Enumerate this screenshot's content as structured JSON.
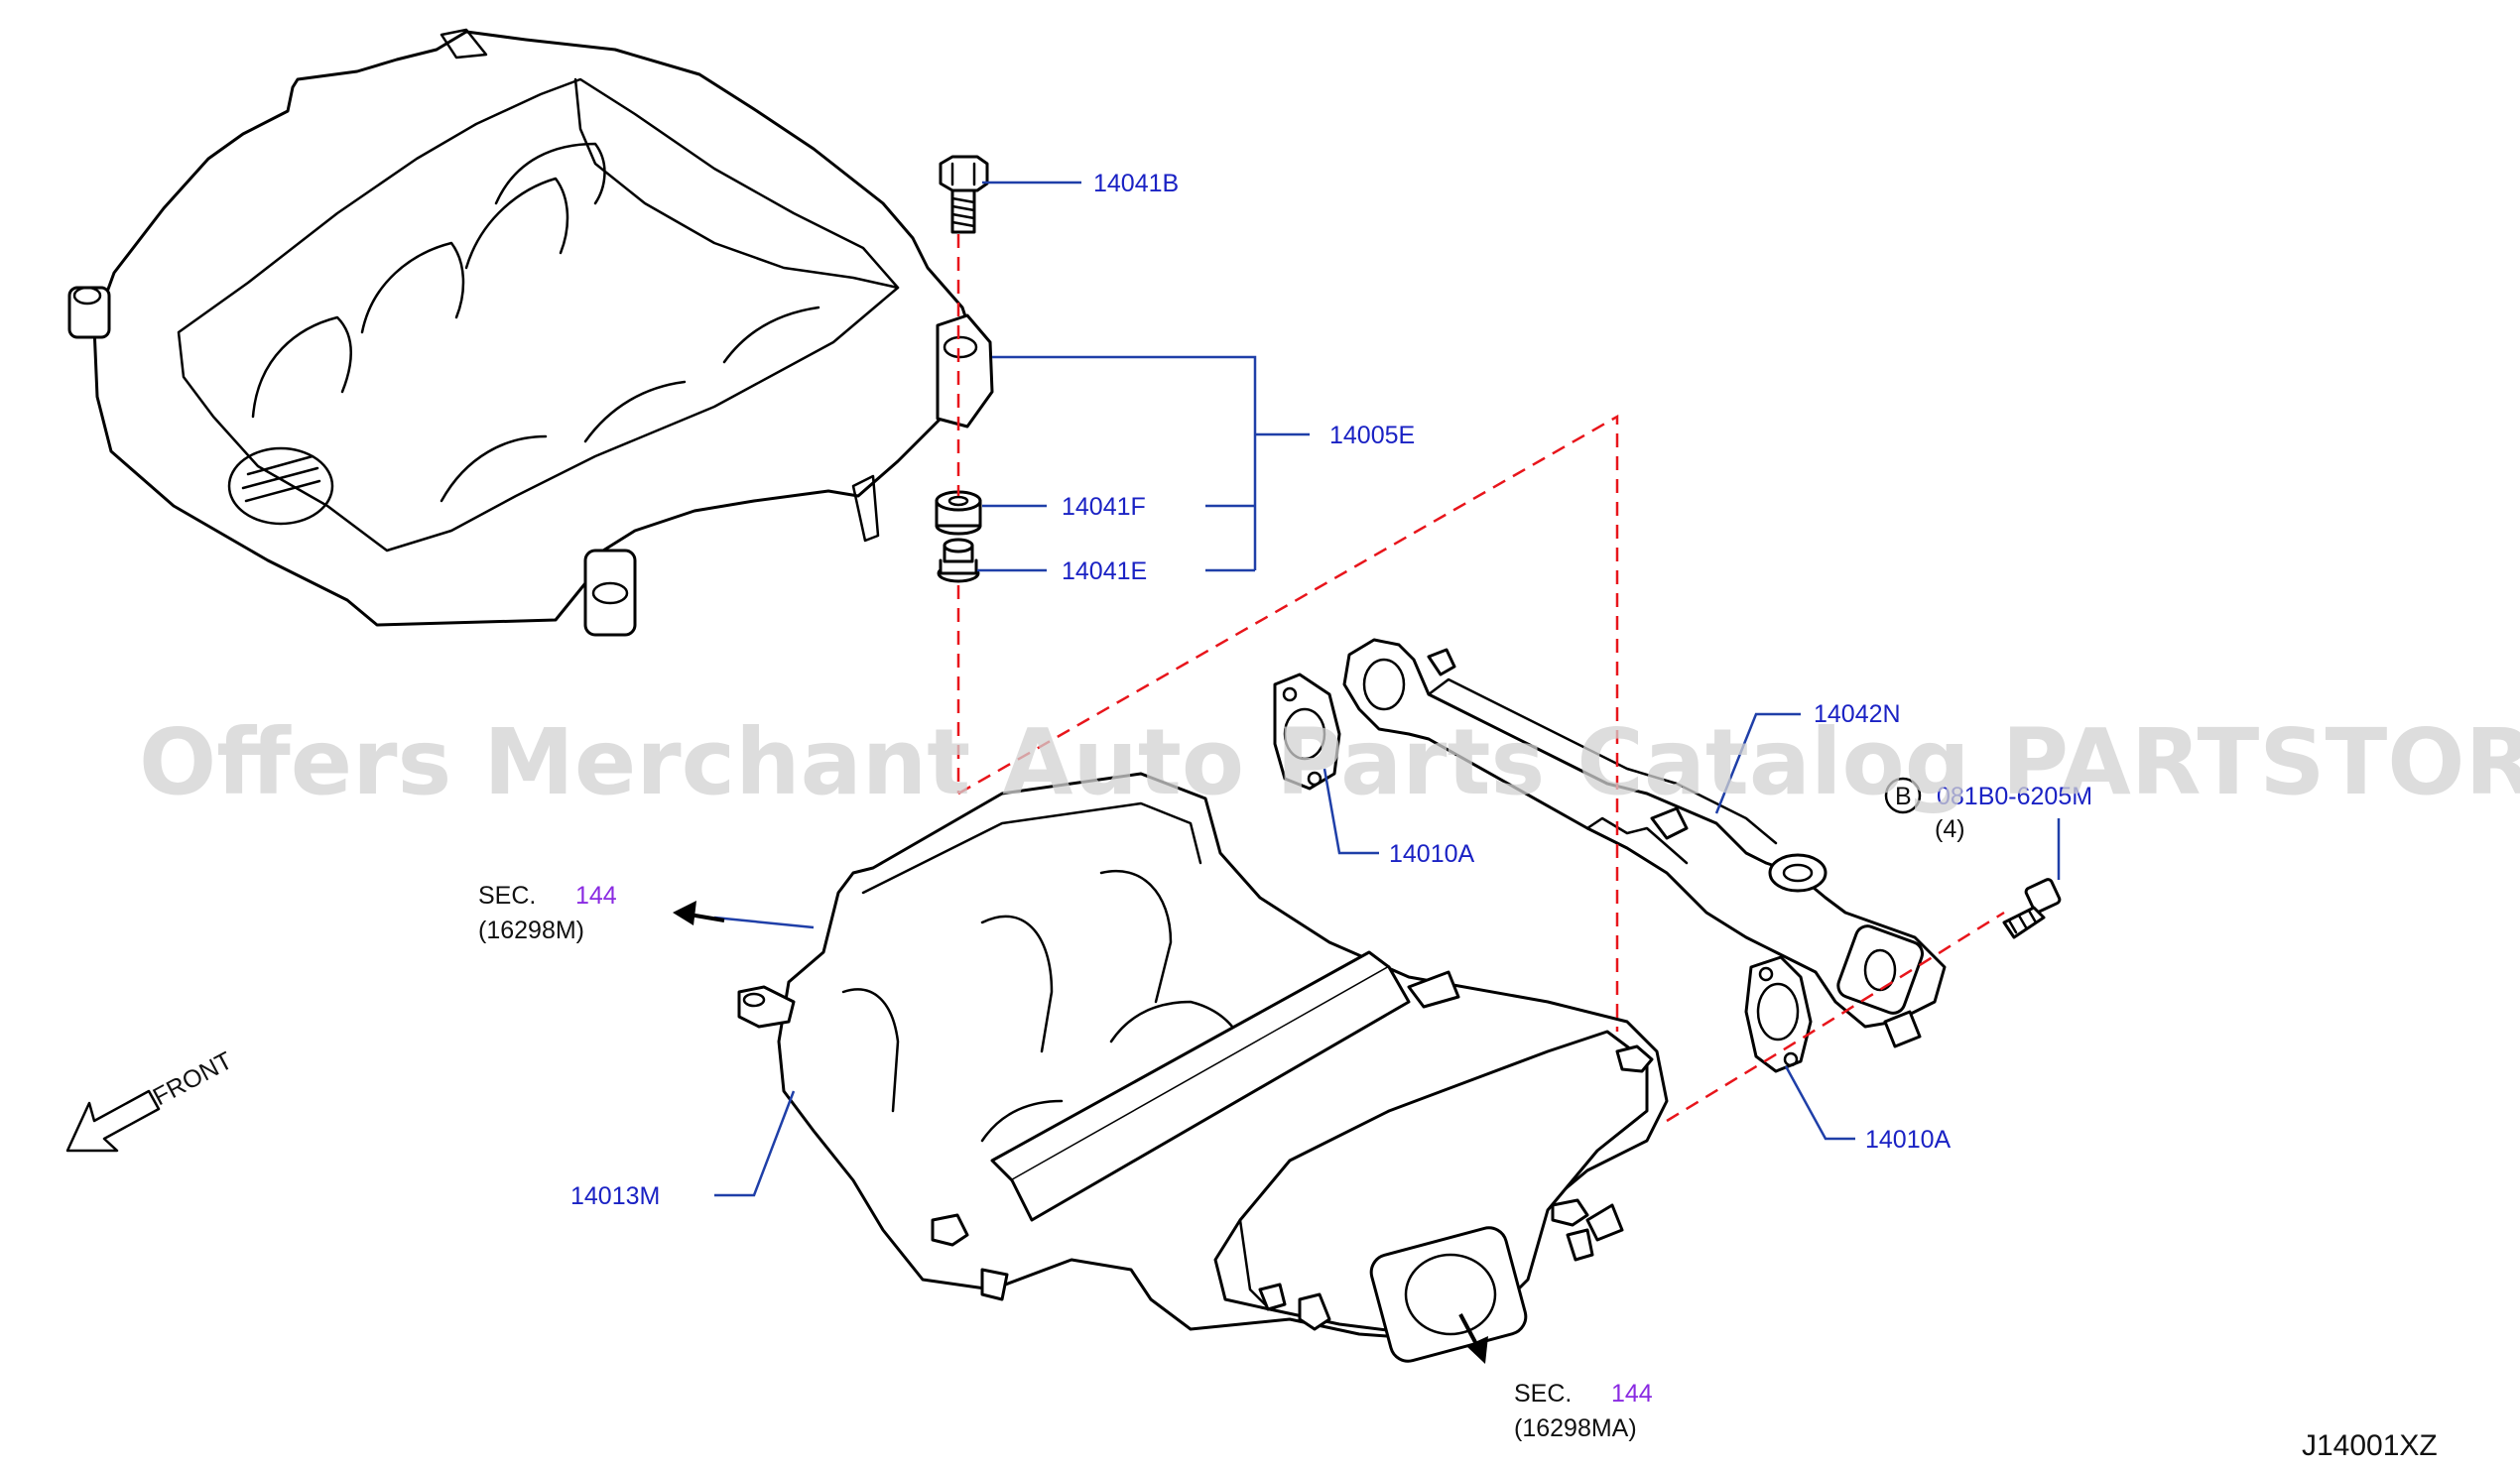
{
  "watermark": "Offers Merchant Auto Parts Catalog PARTSTORE.SA",
  "diagram_code": "J14001XZ",
  "front_label": "FRONT",
  "callouts": {
    "p14041B": "14041B",
    "p14005E": "14005E",
    "p14041F": "14041F",
    "p14041E": "14041E",
    "p14042N": "14042N",
    "p081B0": "081B0-6205M",
    "p081B0_qty": "(4)",
    "p081B0_ref": "B",
    "p14010A_upper": "14010A",
    "p14010A_lower": "14010A",
    "p14013M": "14013M"
  },
  "section_refs": {
    "upper": {
      "prefix": "SEC.",
      "number": "144",
      "part": "(16298M)"
    },
    "lower": {
      "prefix": "SEC.",
      "number": "144",
      "part": "(16298MA)"
    }
  },
  "colors": {
    "label": "#1a22c4",
    "leader": "#1f3fa8",
    "dashed": "#e8151b",
    "section_number": "#8a2be2",
    "watermark": "#d2d2d2"
  }
}
